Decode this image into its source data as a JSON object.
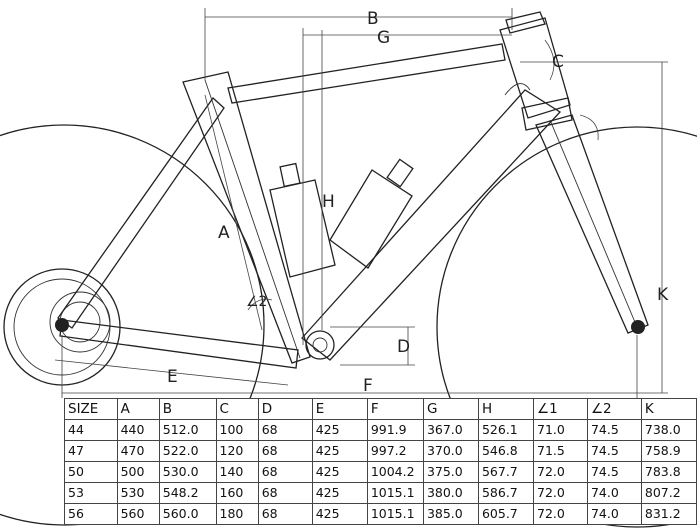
{
  "dimension_labels": {
    "a": "A",
    "b": "B",
    "c": "C",
    "d": "D",
    "e": "E",
    "f": "F",
    "g": "G",
    "h": "H",
    "k": "K",
    "angle2": "∠2"
  },
  "table": {
    "headers": [
      "SIZE",
      "A",
      "B",
      "C",
      "D",
      "E",
      "F",
      "G",
      "H",
      "∠1",
      "∠2",
      "K"
    ],
    "rows": [
      [
        "44",
        "440",
        "512.0",
        "100",
        "68",
        "425",
        "991.9",
        "367.0",
        "526.1",
        "71.0",
        "74.5",
        "738.0"
      ],
      [
        "47",
        "470",
        "522.0",
        "120",
        "68",
        "425",
        "997.2",
        "370.0",
        "546.8",
        "71.5",
        "74.5",
        "758.9"
      ],
      [
        "50",
        "500",
        "530.0",
        "140",
        "68",
        "425",
        "1004.2",
        "375.0",
        "567.7",
        "72.0",
        "74.5",
        "783.8"
      ],
      [
        "53",
        "530",
        "548.2",
        "160",
        "68",
        "425",
        "1015.1",
        "380.0",
        "586.7",
        "72.0",
        "74.0",
        "807.2"
      ],
      [
        "56",
        "560",
        "560.0",
        "180",
        "68",
        "425",
        "1015.1",
        "385.0",
        "605.7",
        "72.0",
        "74.0",
        "831.2"
      ]
    ]
  }
}
